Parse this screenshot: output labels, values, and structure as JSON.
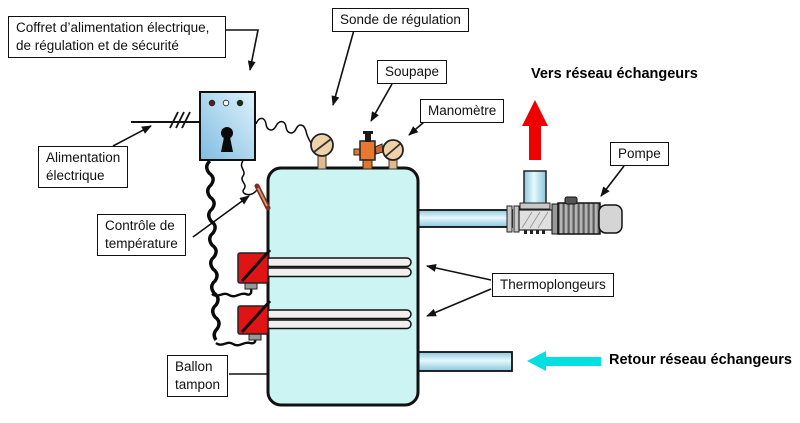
{
  "labels": {
    "coffret": "Coffret d’alimentation électrique,\nde régulation et de sécurité",
    "sonde": "Sonde de régulation",
    "soupape": "Soupape",
    "manometre": "Manomètre",
    "pompe": "Pompe",
    "alimentation": "Alimentation\nélectrique",
    "controle": "Contrôle de\ntempérature",
    "thermoplongeurs": "Thermoplongeurs",
    "ballon": "Ballon\ntampon"
  },
  "flows": {
    "supply": "Vers réseau échangeurs",
    "return": "Retour réseau échangeurs"
  },
  "colors": {
    "tank_fill": "#cbf4f2",
    "heater_red": "#e01414",
    "supply_arrow_red": "#ee0000",
    "return_arrow_cyan": "#00e0e0",
    "gauge_tan": "#efd2a8",
    "valve_orange": "#e87830"
  }
}
